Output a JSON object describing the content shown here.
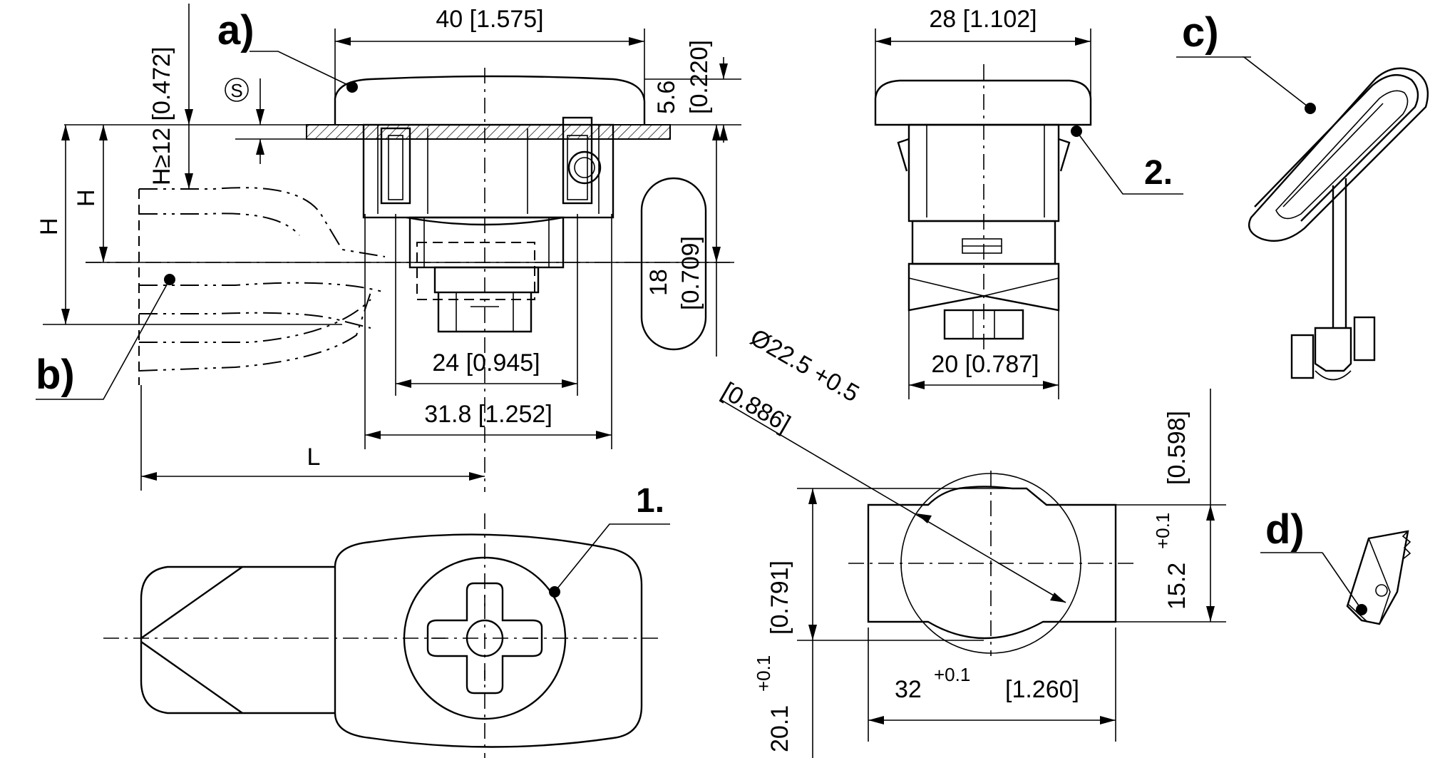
{
  "callouts": {
    "a": "a)",
    "b": "b)",
    "c": "c)",
    "d": "d)",
    "one": "1.",
    "two": "2."
  },
  "dimensions": {
    "width_top": "40 [1.575]",
    "height_s": "5.6",
    "height_s_in": "[0.220]",
    "s_symbol": "S",
    "h_min": "H≥12 [0.472]",
    "h_inner": "H",
    "h_outer": "H",
    "slot_18": "18",
    "slot_18_in": "[0.709]",
    "width_24": "24 [0.945]",
    "width_31": "31.8 [1.252]",
    "length_l": "L",
    "side_width_28": "28 [1.102]",
    "side_width_20": "20 [0.787]",
    "cutout_dia": "Ø22.5 +0.5",
    "cutout_dia_in": "[0.886]",
    "cutout_w_main": "32",
    "cutout_w_tol": "+0.1",
    "cutout_w_in": "[1.260]",
    "cutout_h_main": "20.1",
    "cutout_h_tol": "+0.1",
    "cutout_h_in": "[0.791]",
    "flat_main": "15.2",
    "flat_tol": "+0.1",
    "flat_in": "[0.598]"
  }
}
